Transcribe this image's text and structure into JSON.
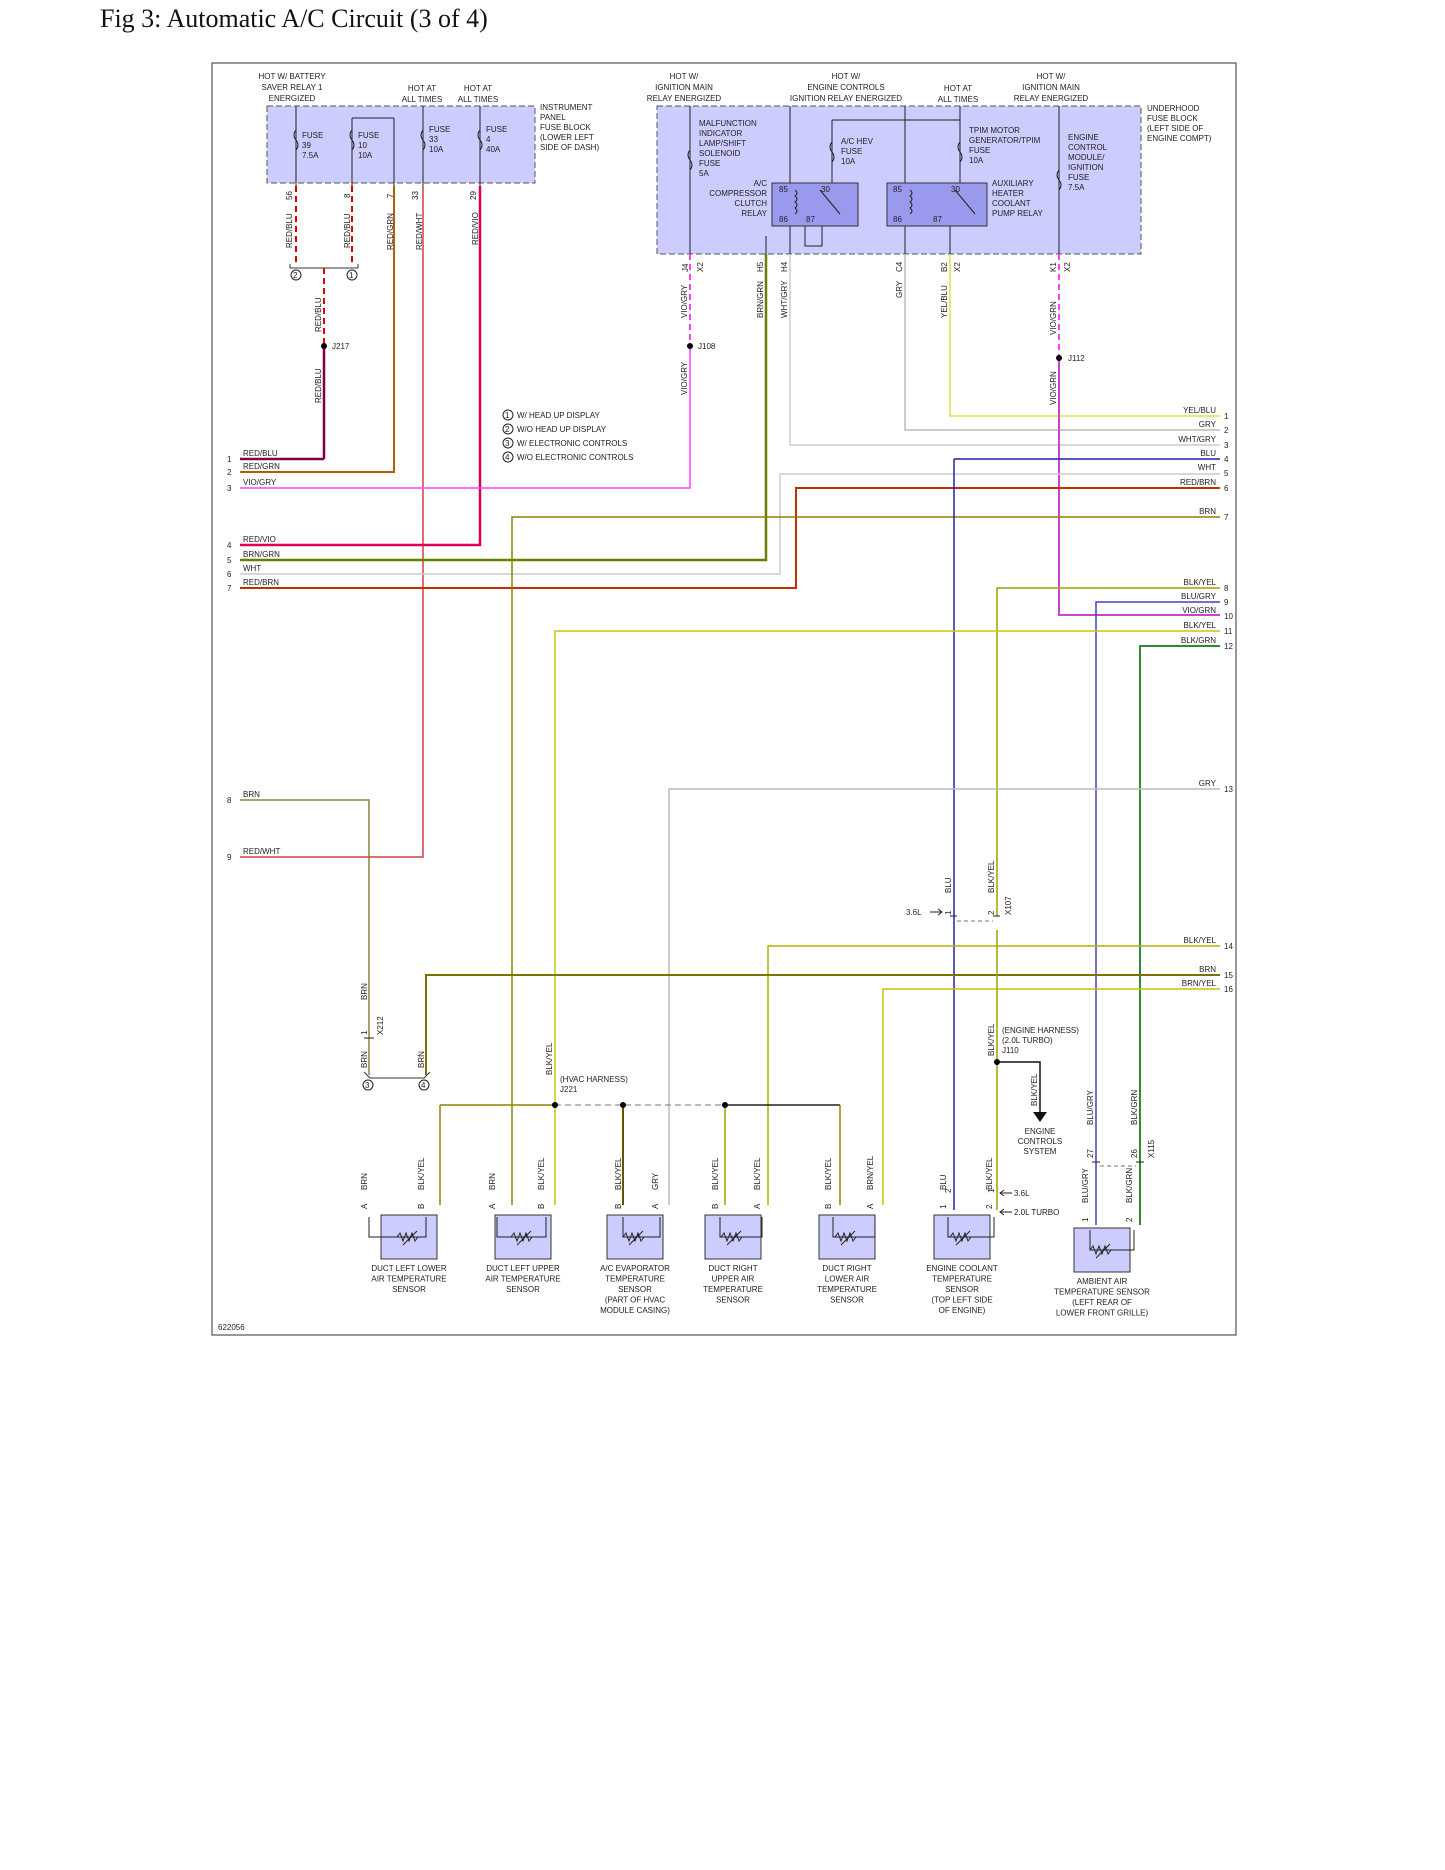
{
  "title": "Fig 3: Automatic A/C Circuit (3 of 4)",
  "figure_id": "622056",
  "power_labels": [
    [
      "HOT W/ BATTERY",
      "SAVER RELAY 1",
      "ENERGIZED"
    ],
    [
      "HOT AT",
      "ALL TIMES"
    ],
    [
      "HOT AT",
      "ALL TIMES"
    ],
    [
      "HOT W/",
      "IGNITION MAIN",
      "RELAY ENERGIZED"
    ],
    [
      "HOT W/",
      "ENGINE CONTROLS",
      "IGNITION RELAY ENERGIZED"
    ],
    [
      "HOT AT",
      "ALL TIMES"
    ],
    [
      "HOT W/",
      "IGNITION MAIN",
      "RELAY ENERGIZED"
    ]
  ],
  "ip_fuse_block": {
    "label": [
      "INSTRUMENT",
      "PANEL",
      "FUSE BLOCK",
      "(LOWER LEFT",
      "SIDE OF DASH)"
    ],
    "fuses": [
      [
        "FUSE",
        "39",
        "7.5A"
      ],
      [
        "FUSE",
        "10",
        "10A"
      ],
      [
        "FUSE",
        "33",
        "10A"
      ],
      [
        "FUSE",
        "4",
        "40A"
      ]
    ]
  },
  "underhood_fuse_block": {
    "label": [
      "UNDERHOOD",
      "FUSE BLOCK",
      "(LEFT SIDE OF",
      "ENGINE COMPT)"
    ],
    "mil_fuse": [
      "MALFUNCTION",
      "INDICATOR",
      "LAMP/SHIFT",
      "SOLENOID",
      "FUSE",
      "5A"
    ],
    "hev_fuse": [
      "A/C HEV",
      "FUSE",
      "10A"
    ],
    "tpim_fuse": [
      "TPIM MOTOR",
      "GENERATOR/TPIM",
      "FUSE",
      "10A"
    ],
    "ecm_fuse": [
      "ENGINE",
      "CONTROL",
      "MODULE/",
      "IGNITION",
      "FUSE",
      "7.5A"
    ],
    "ac_relay": [
      "A/C",
      "COMPRESSOR",
      "CLUTCH",
      "RELAY"
    ],
    "aux_relay": [
      "AUXILIARY",
      "HEATER",
      "COOLANT",
      "PUMP RELAY"
    ],
    "relay_pins": [
      "85",
      "30",
      "86",
      "87"
    ]
  },
  "top_pins": [
    "56",
    "8",
    "7",
    "33",
    "29"
  ],
  "ip_wires": [
    "RED/BLU",
    "RED/BLU",
    "RED/GRN",
    "RED/WHT",
    "RED/VIO"
  ],
  "uh_pins": [
    [
      "J4",
      "X2"
    ],
    [
      "H5",
      ""
    ],
    [
      "H4",
      ""
    ],
    [
      "C4",
      ""
    ],
    [
      "B2",
      "X2"
    ],
    [
      "K1",
      "X2"
    ]
  ],
  "uh_wires": [
    "VIO/GRY",
    "BRN/GRN",
    "WHT/GRY",
    "GRY",
    "YEL/BLU",
    "VIO/GRN"
  ],
  "splices": {
    "j217": "J217",
    "j108": "J108",
    "j112": "J112",
    "j221": [
      "(HVAC HARNESS)",
      "J221"
    ],
    "j110": [
      "(ENGINE HARNESS)",
      "(2.0L TURBO)",
      "J110"
    ]
  },
  "splice_wires": {
    "j217_in": "RED/BLU",
    "j217_out": "RED/BLU",
    "j108_out": "VIO/GRY",
    "j112_out": "VIO/GRN"
  },
  "option_markers": [
    "2",
    "1",
    "3",
    "4"
  ],
  "legend": [
    [
      "1",
      "W/ HEAD UP DISPLAY"
    ],
    [
      "2",
      "W/O HEAD UP DISPLAY"
    ],
    [
      "3",
      "W/ ELECTRONIC CONTROLS"
    ],
    [
      "4",
      "W/O ELECTRONIC CONTROLS"
    ]
  ],
  "left_connector": [
    [
      "1",
      "RED/BLU"
    ],
    [
      "2",
      "RED/GRN"
    ],
    [
      "3",
      "VIO/GRY"
    ],
    [
      "4",
      "RED/VIO"
    ],
    [
      "5",
      "BRN/GRN"
    ],
    [
      "6",
      "WHT"
    ],
    [
      "7",
      "RED/BRN"
    ],
    [
      "8",
      "BRN"
    ],
    [
      "9",
      "RED/WHT"
    ]
  ],
  "right_connector": [
    [
      "1",
      "YEL/BLU"
    ],
    [
      "2",
      "GRY"
    ],
    [
      "3",
      "WHT/GRY"
    ],
    [
      "4",
      "BLU"
    ],
    [
      "5",
      "WHT"
    ],
    [
      "6",
      "RED/BRN"
    ],
    [
      "7",
      "BRN"
    ],
    [
      "8",
      "BLK/YEL"
    ],
    [
      "9",
      "BLU/GRY"
    ],
    [
      "10",
      "VIO/GRN"
    ],
    [
      "11",
      "BLK/YEL"
    ],
    [
      "12",
      "BLK/GRN"
    ],
    [
      "13",
      "GRY"
    ],
    [
      "14",
      "BLK/YEL"
    ],
    [
      "15",
      "BRN"
    ],
    [
      "16",
      "BRN/YEL"
    ]
  ],
  "connectors": {
    "x107": "X107",
    "x212": "X212",
    "x115": "X115",
    "x107_wires": [
      "BLU",
      "BLK/YEL"
    ],
    "x107_pins": [
      "1",
      "2"
    ],
    "x212_wires": [
      "BRN",
      "BRN",
      "BRN"
    ],
    "x212_pin": "1",
    "x115_wires": [
      "BLU/GRY",
      "BLK/GRN"
    ],
    "x115_pins": [
      "27",
      "26"
    ],
    "engine_3_6": "3.6L",
    "engine_2_0": "2.0L TURBO",
    "j110_out": "BLK/YEL",
    "j110_below": "BLK/YEL"
  },
  "ecs": [
    "ENGINE",
    "CONTROLS",
    "SYSTEM"
  ],
  "sensors": [
    {
      "name": [
        "DUCT LEFT LOWER",
        "AIR TEMPERATURE",
        "SENSOR"
      ],
      "pins": [
        "A",
        "B"
      ],
      "wires": [
        "BRN",
        "BLK/YEL"
      ]
    },
    {
      "name": [
        "DUCT LEFT UPPER",
        "AIR TEMPERATURE",
        "SENSOR"
      ],
      "pins": [
        "A",
        "B"
      ],
      "wires": [
        "BRN",
        "BLK/YEL"
      ]
    },
    {
      "name": [
        "A/C EVAPORATOR",
        "TEMPERATURE",
        "SENSOR",
        "(PART OF HVAC",
        "MODULE CASING)"
      ],
      "pins": [
        "B",
        "A"
      ],
      "wires": [
        "BLK/YEL",
        "GRY"
      ]
    },
    {
      "name": [
        "DUCT RIGHT",
        "UPPER AIR",
        "TEMPERATURE",
        "SENSOR"
      ],
      "pins": [
        "B",
        "A"
      ],
      "wires": [
        "BLK/YEL",
        "BLK/YEL"
      ]
    },
    {
      "name": [
        "DUCT RIGHT",
        "LOWER AIR",
        "TEMPERATURE",
        "SENSOR"
      ],
      "pins": [
        "B",
        "A"
      ],
      "wires": [
        "BLK/YEL",
        "BRN/YEL"
      ]
    },
    {
      "name": [
        "ENGINE COOLANT",
        "TEMPERATURE",
        "SENSOR",
        "(TOP LEFT SIDE",
        "OF ENGINE)"
      ],
      "pins": [
        "1",
        "2"
      ],
      "wires": [
        "BLU",
        "BLK/YEL"
      ],
      "pins_2": [
        "2",
        "1"
      ]
    },
    {
      "name": [
        "AMBIENT AIR",
        "TEMPERATURE SENSOR",
        "(LEFT REAR OF",
        "LOWER FRONT GRILLE)"
      ],
      "pins": [
        "1",
        "2"
      ],
      "wires": [
        "BLU/GRY",
        "BLK/GRN"
      ]
    }
  ],
  "colors": {
    "block_fill": "#ccccff",
    "relay_fill": "#9999ee",
    "wire_red": "#d00000",
    "wire_red_grn": "#b06000",
    "wire_red_blu": "#800040",
    "wire_red_vio": "#e0005a",
    "wire_vio": "#ff44ff",
    "wire_brn": "#807000",
    "wire_brn_grn": "#668000",
    "wire_blu": "#2020b0",
    "wire_grn": "#2e8b2e",
    "wire_yel": "#cccc00",
    "wire_gry": "#bbbbbb"
  }
}
